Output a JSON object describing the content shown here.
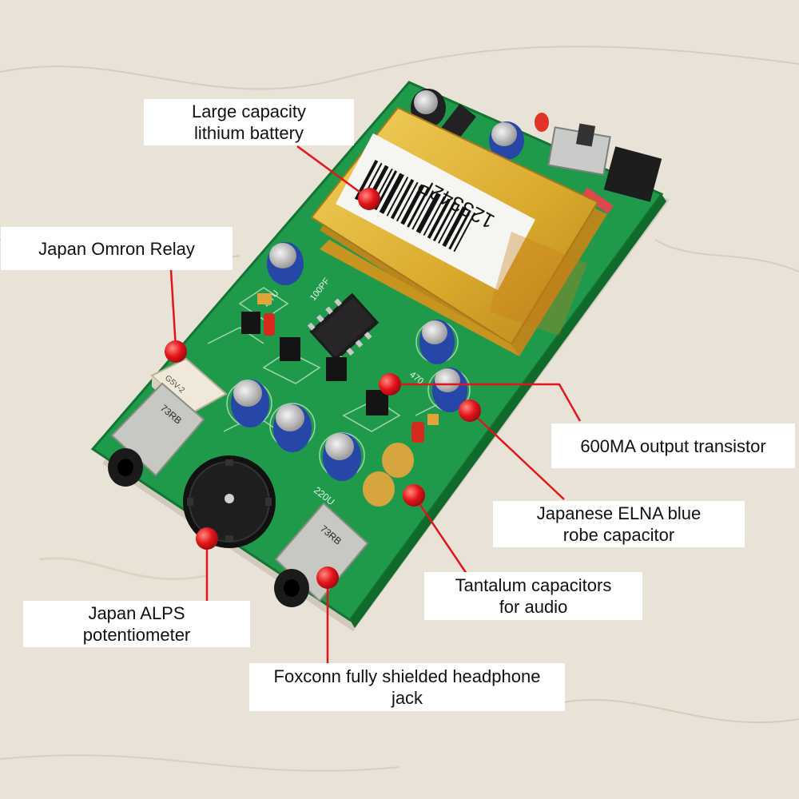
{
  "photo": {
    "battery_sticker_text": "123342P",
    "relay_marking": "G5V-2",
    "jack_marking_1": "73RB",
    "jack_marking_2": "73RB",
    "pcb_marking_1": "100PF",
    "pcb_marking_2": "220U",
    "pcb_marking_3": "470",
    "pcb_marking_4": "4.7U"
  },
  "callouts": [
    {
      "id": "battery",
      "lines": [
        "Large capacity",
        "lithium battery"
      ]
    },
    {
      "id": "relay",
      "lines": [
        "Japan Omron Relay"
      ]
    },
    {
      "id": "transistor",
      "lines": [
        "600MA output transistor"
      ]
    },
    {
      "id": "elna",
      "lines": [
        "Japanese ELNA blue",
        "robe capacitor"
      ]
    },
    {
      "id": "tantalum",
      "lines": [
        "Tantalum capacitors",
        "for audio"
      ]
    },
    {
      "id": "alps",
      "lines": [
        "Japan ALPS",
        "potentiometer"
      ]
    },
    {
      "id": "jack",
      "lines": [
        "Foxconn fully shielded headphone",
        "jack"
      ]
    }
  ],
  "colors": {
    "background": "#e9e2d6",
    "pcb": "#1f9a4a",
    "marker": "#e3141b",
    "leader_line": "#e3141b",
    "battery": "#e0b63a",
    "capacitor": "#2747a8"
  }
}
